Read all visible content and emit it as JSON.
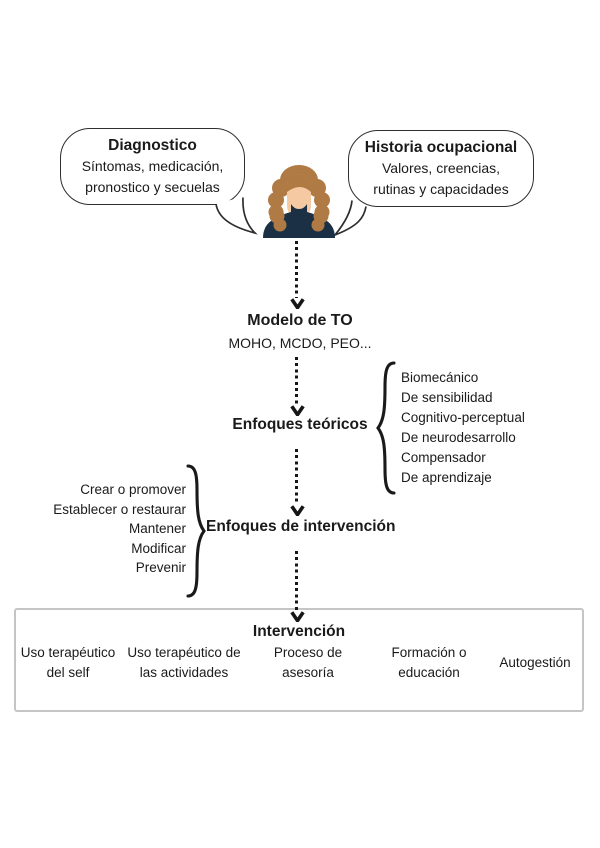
{
  "bubbles": {
    "left": {
      "title": "Diagnostico",
      "line1": "Síntomas, medicación,",
      "line2": "pronostico y secuelas"
    },
    "right": {
      "title": "Historia ocupacional",
      "line1": "Valores, creencias,",
      "line2": "rutinas y capacidades"
    }
  },
  "flow": {
    "model": {
      "title": "Modelo de TO",
      "subtitle": "MOHO, MCDO, PEO..."
    },
    "theoretical": {
      "title": "Enfoques teóricos",
      "items": [
        "Biomecánico",
        "De sensibilidad",
        "Cognitivo-perceptual",
        "De neurodesarrollo",
        "Compensador",
        "De aprendizaje"
      ]
    },
    "approaches": {
      "title": "Enfoques de intervención",
      "items": [
        "Crear o promover",
        "Establecer o restaurar",
        "Mantener",
        "Modificar",
        "Prevenir"
      ]
    },
    "intervention": {
      "title": "Intervención",
      "columns": [
        "Uso terapéutico del self",
        "Uso terapéutico de las actividades",
        "Proceso de asesoría",
        "Formación o educación",
        "Autogestión"
      ]
    }
  },
  "colors": {
    "text": "#1a1a1a",
    "bubble_outline": "#2e2e2e",
    "arrow": "#161616",
    "box_border": "#c5c5c5",
    "hair": "#b07a44",
    "skin": "#f5caa2",
    "shirt": "#1b3044"
  }
}
